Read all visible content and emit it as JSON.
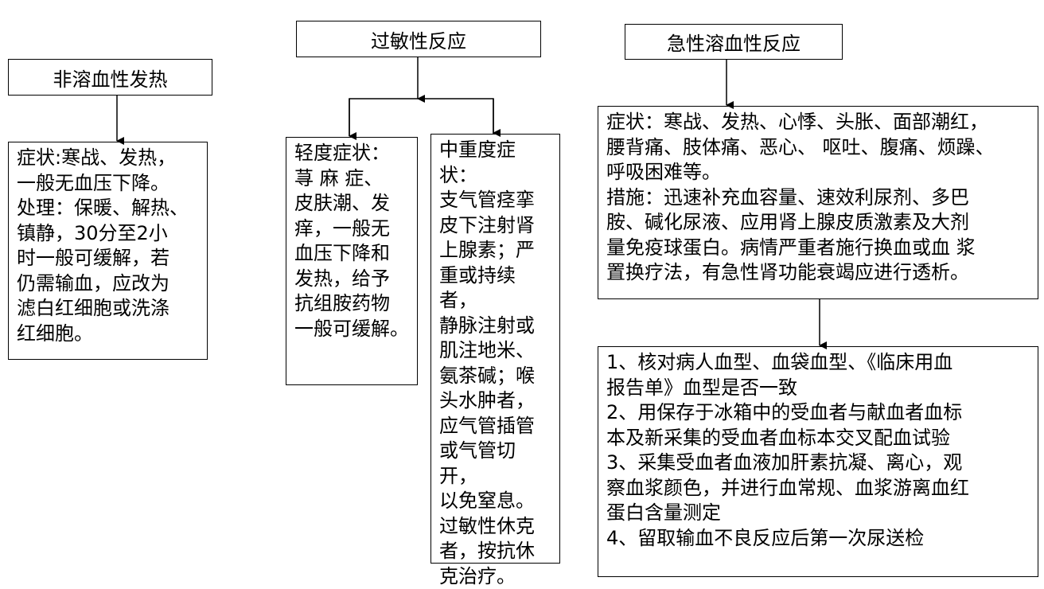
{
  "non_hemolytic": {
    "title": "非溶血性发热",
    "lines": [
      "症状:寒战、发热，",
      "一般无血压下降。",
      "处理：保暖、解热、",
      "镇静，30分至2小",
      "时一般可缓解，若",
      "仍需输血，应改为",
      "滤白红细胞或洗涤",
      "红细胞。"
    ]
  },
  "allergic": {
    "title": "过敏性反应",
    "mild": {
      "lines": [
        "轻度症状：",
        "荨 麻 症、",
        "皮肤潮、发",
        "痒，一般无",
        "血压下降和",
        "发热，给予",
        "抗组胺药物",
        "一般可缓解。"
      ]
    },
    "severe": {
      "lines": [
        "中重度症状：",
        "支气管痉挛",
        "皮下注射肾",
        "上腺素；严",
        "重或持续者，",
        "静脉注射或",
        "肌注地米、",
        "氨茶碱；喉",
        "头水肿者，",
        "应气管插管",
        "或气管切开，",
        "以免窒息。",
        "过敏性休克",
        "者，按抗休",
        "克治疗。"
      ]
    }
  },
  "acute_hemolytic": {
    "title": "急性溶血性反应",
    "symptoms_lines": [
      "症状：寒战、发热、心悸、头胀、面部潮红，",
      "腰背痛、肢体痛、恶心、 呕吐、腹痛、烦躁、",
      "呼吸困难等。",
      "措施：迅速补充血容量、速效利尿剂、多巴",
      "胺、碱化尿液、应用肾上腺皮质激素及大剂",
      "量免疫球蛋白。病情严重者施行换血或血 浆",
      "置换疗法，有急性肾功能衰竭应进行透析。"
    ],
    "checks_lines": [
      "1、核对病人血型、血袋血型、《临床用血",
      "报告单》血型是否一致",
      "2、用保存于冰箱中的受血者与献血者血标",
      "本及新采集的受血者血标本交叉配血试验",
      "3、采集受血者血液加肝素抗凝、离心，观",
      "察血浆颜色，并进行血常规、血浆游离血红",
      "蛋白含量测定",
      "4、留取输血不良反应后第一次尿送检"
    ]
  }
}
